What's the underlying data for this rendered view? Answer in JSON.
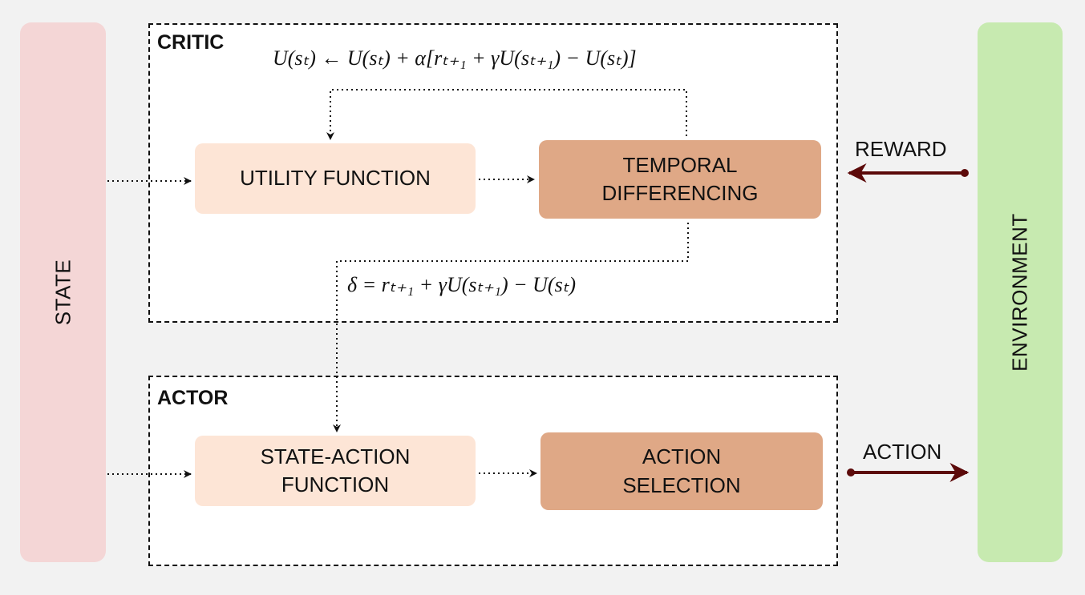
{
  "state": {
    "label": "STATE"
  },
  "environment": {
    "label": "ENVIRONMENT"
  },
  "critic": {
    "title": "CRITIC",
    "update_formula": "U(sₜ) ← U(sₜ) + α[rₜ₊₁ + γU(sₜ₊₁) − U(sₜ)]",
    "utility_label": "UTILITY FUNCTION",
    "td_label": "TEMPORAL\nDIFFERENCING",
    "delta_formula": "δ = rₜ₊₁ + γU(sₜ₊₁) − U(sₜ)"
  },
  "actor": {
    "title": "ACTOR",
    "state_action_label": "STATE-ACTION\nFUNCTION",
    "selection_label": "ACTION\nSELECTION"
  },
  "signals": {
    "reward": "REWARD",
    "action": "ACTION"
  },
  "colors": {
    "state_bar": "#f4d6d6",
    "environment_bar": "#c7eab0",
    "light_box": "#fde5d6",
    "dark_box": "#dfa886",
    "signal_arrow": "#5c0a0a"
  }
}
